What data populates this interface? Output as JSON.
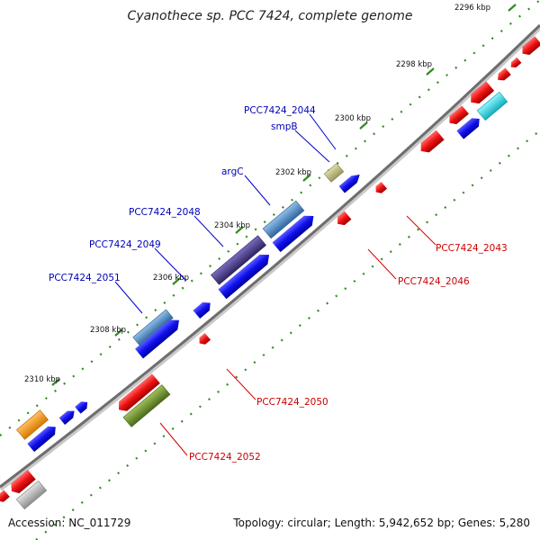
{
  "title": "Cyanothece sp. PCC 7424, complete genome",
  "footer": {
    "accession": "Accession: NC_011729",
    "summary": "Topology: circular; Length: 5,942,652 bp; Genes: 5,280"
  },
  "ticks": [
    "2296 kbp",
    "2298 kbp",
    "2300 kbp",
    "2302 kbp",
    "2304 kbp",
    "2306 kbp",
    "2308 kbp",
    "2310 kbp"
  ],
  "gene_labels": {
    "forward": [
      "PCC7424_2044",
      "smpB",
      "argC",
      "PCC7424_2048",
      "PCC7424_2049",
      "PCC7424_2051"
    ],
    "reverse": [
      "PCC7424_2043",
      "PCC7424_2046",
      "PCC7424_2050",
      "PCC7424_2052"
    ]
  },
  "colors": {
    "backbone": "#777777",
    "forward_cds": "#1010ee",
    "reverse_cds": "#ee1111",
    "forward_label": "#0000b8",
    "reverse_label": "#cc0000",
    "dots": "#2e8b1e",
    "steelblue_feature": "#4a86c0",
    "purple_feature": "#4a3d8c",
    "khaki_feature": "#bfbc80",
    "cyan_feature": "#22d8e6",
    "olive_feature": "#6a8f2a",
    "orange_feature": "#f59a1a",
    "gray_feature": "#b8b8b8"
  }
}
